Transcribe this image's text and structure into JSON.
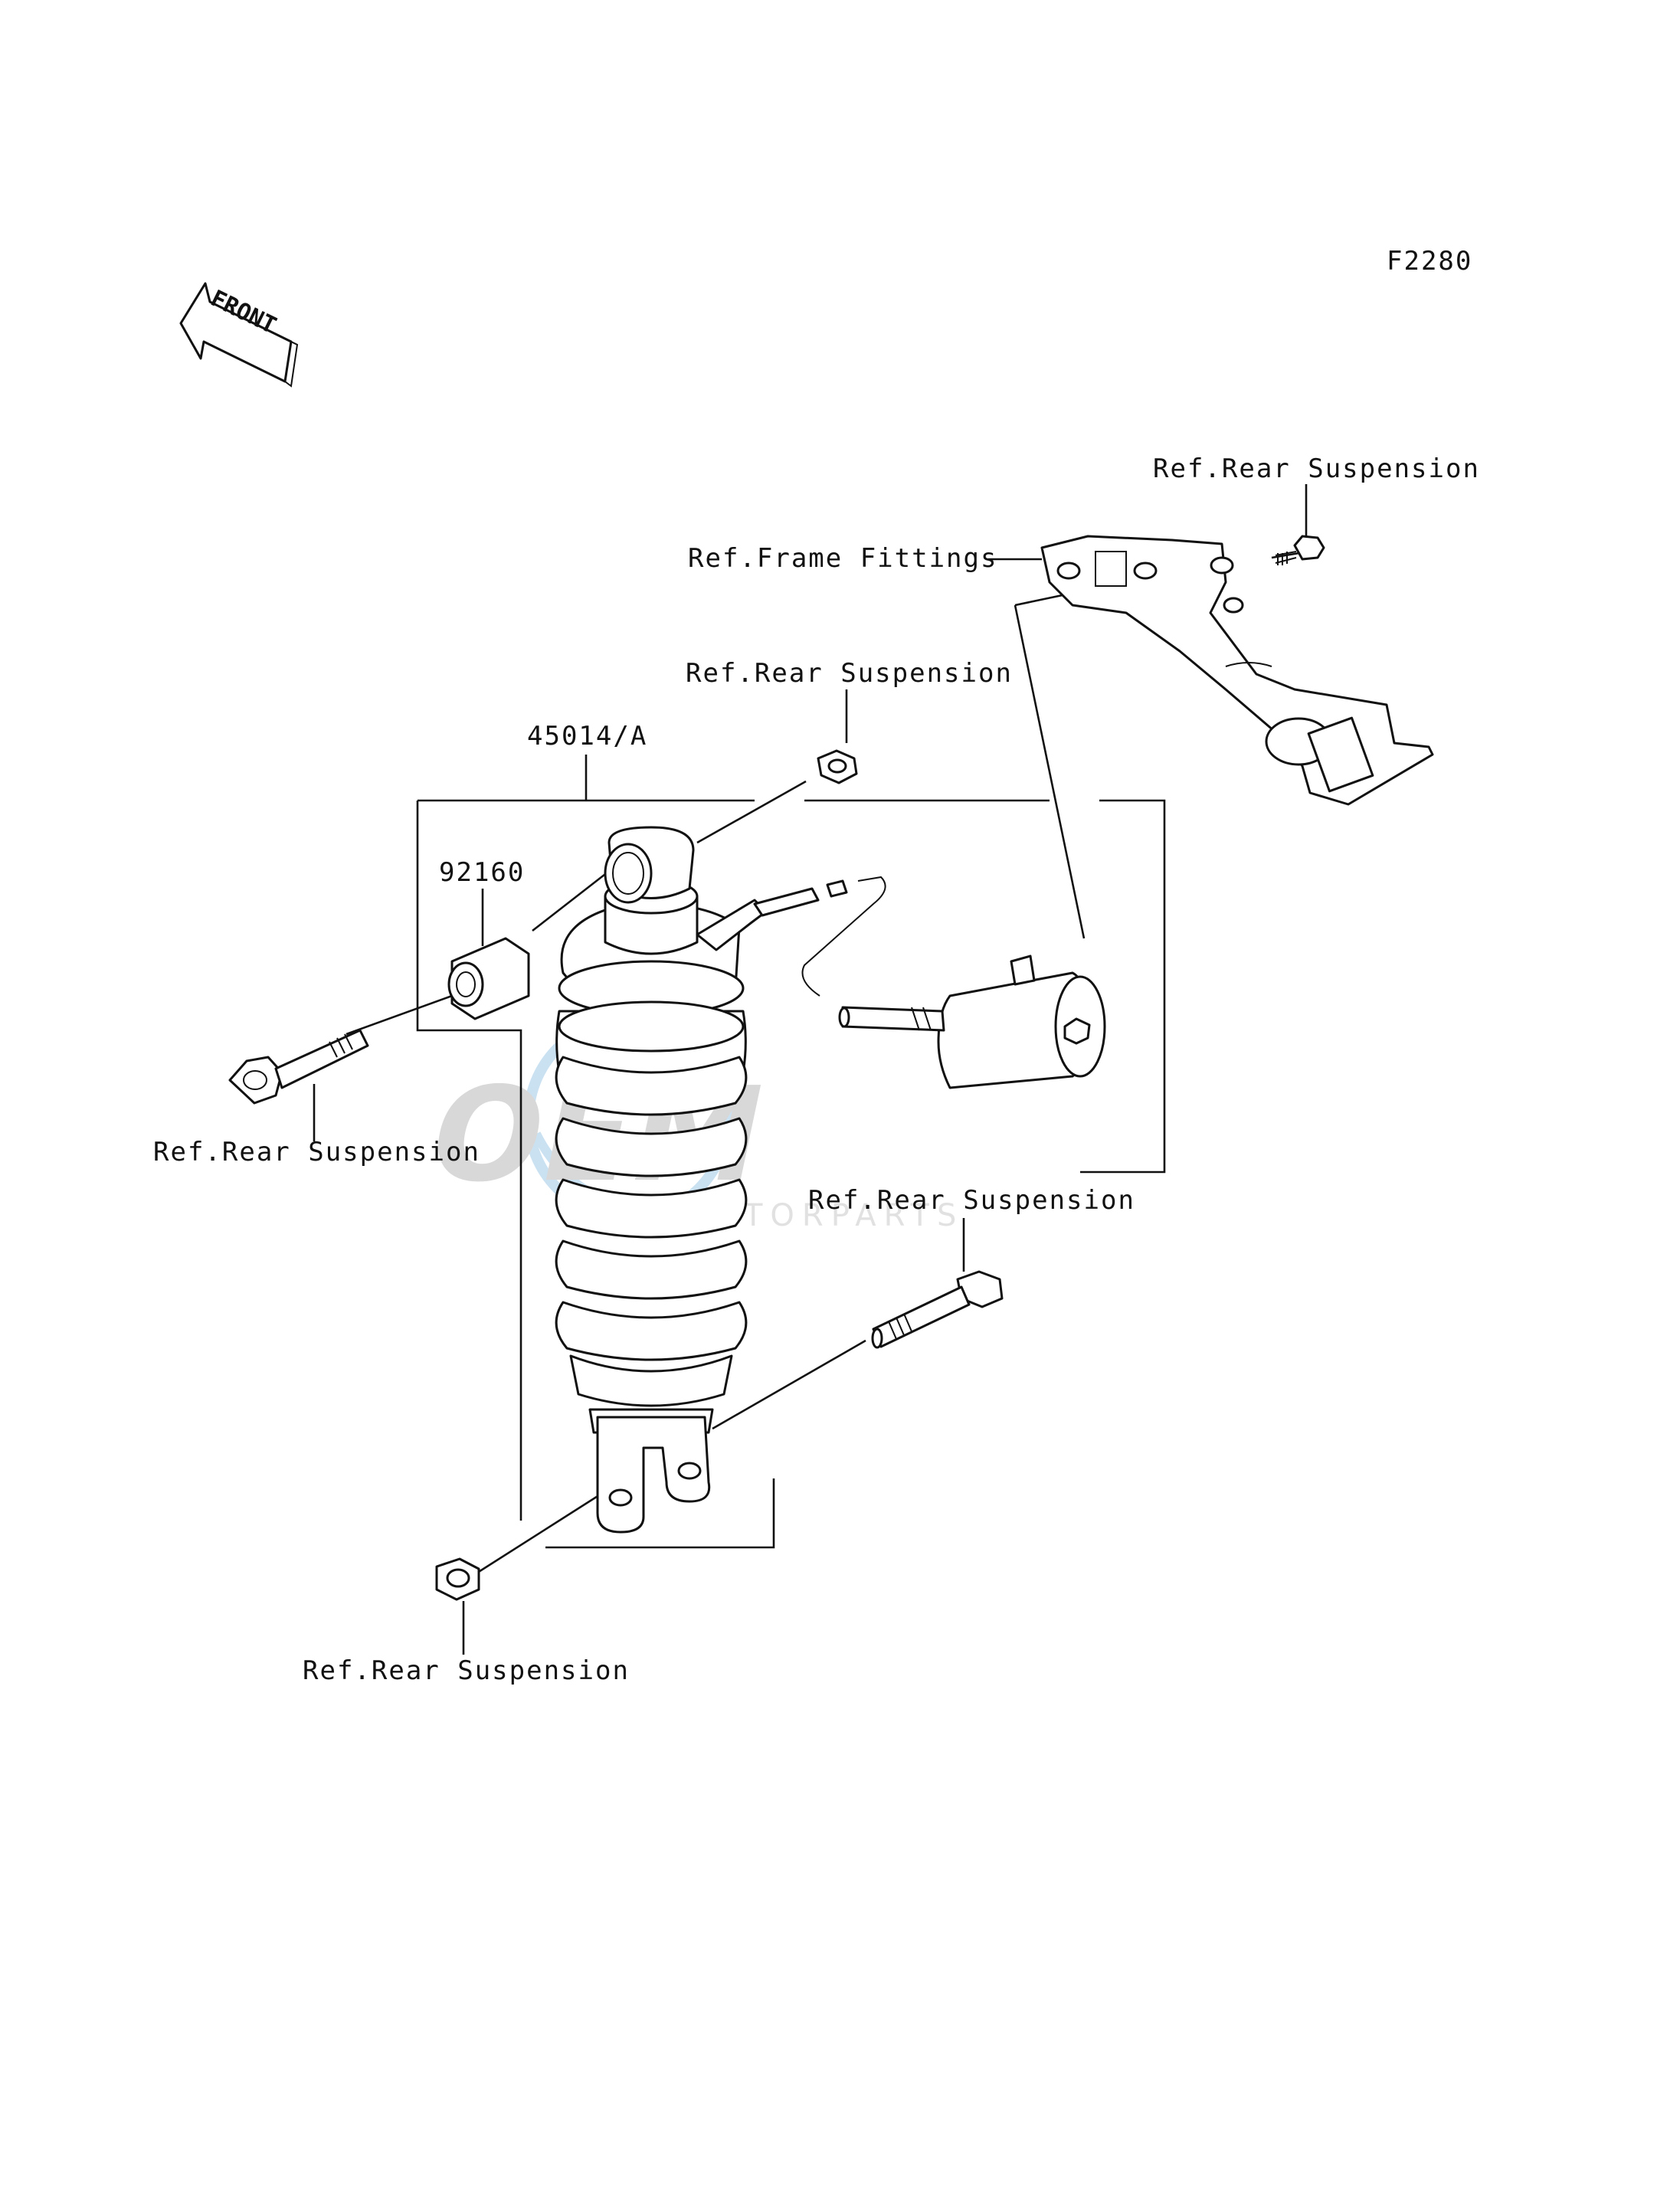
{
  "diagram": {
    "figure_code": "F2280",
    "front_arrow_text": "FRONT",
    "labels": {
      "ref_rear_suspension_top_right": "Ref.Rear Suspension",
      "ref_frame_fittings": "Ref.Frame Fittings",
      "ref_rear_suspension_top_nut": "Ref.Rear Suspension",
      "part_45014": "45014/A",
      "part_92160": "92160",
      "ref_rear_suspension_left_bolt": "Ref.Rear Suspension",
      "ref_rear_suspension_right_bolt": "Ref.Rear Suspension",
      "ref_rear_suspension_bottom_nut": "Ref.Rear Suspension"
    },
    "watermark": {
      "brand": "OEM",
      "subtext": "MOTORPARTS",
      "colors": {
        "blue": "#9ec9e8",
        "gray": "#b8b8b8"
      }
    }
  }
}
